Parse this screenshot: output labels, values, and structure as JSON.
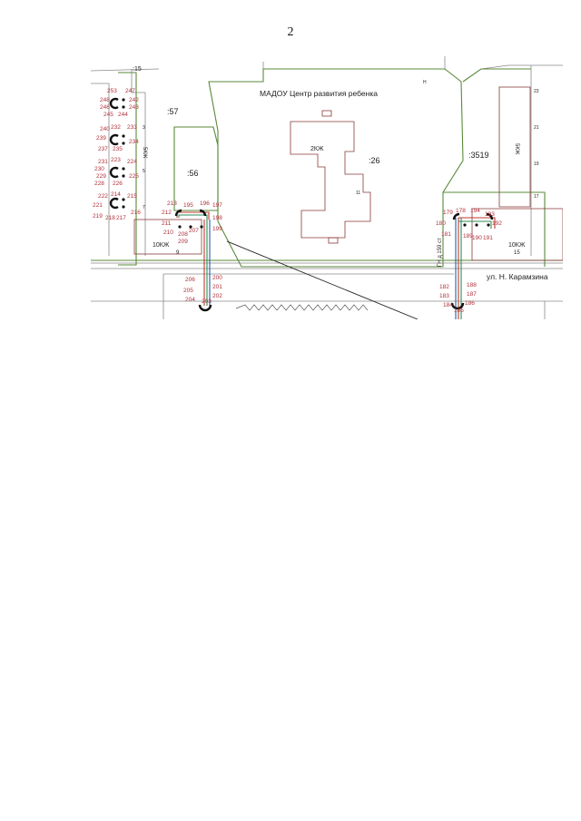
{
  "page": {
    "number": "2"
  },
  "map": {
    "institution_label": "МАДОУ Центр развития ребенка",
    "street_label": "ул. Н. Карамзина",
    "parcels": [
      ":57",
      ":56",
      ":26",
      ":3519",
      ":15"
    ],
    "buildings": [
      {
        "floors": "2КЖ",
        "number": ""
      },
      {
        "floors": "10КЖ",
        "number": "9"
      },
      {
        "floors": "10КЖ",
        "number": "15"
      },
      {
        "floors": "5КЖ",
        "number": ""
      },
      {
        "floors": "5КЖ",
        "number": ""
      }
    ],
    "small_labels": [
      "11",
      "Н",
      "3",
      "5",
      "7",
      "23",
      "21",
      "19",
      "17",
      "ГН д 159 ст"
    ],
    "points": {
      "cluster_a": [
        "253",
        "247",
        "248",
        "242",
        "246",
        "245",
        "244",
        "243"
      ],
      "cluster_b": [
        "240",
        "232",
        "233",
        "239",
        "234",
        "237",
        "235"
      ],
      "cluster_c": [
        "231",
        "223",
        "224",
        "230",
        "229",
        "225",
        "228",
        "226"
      ],
      "cluster_d": [
        "222",
        "214",
        "215",
        "221",
        "219",
        "218",
        "217",
        "216"
      ],
      "cluster_e": [
        "213",
        "195",
        "196",
        "197",
        "212",
        "198",
        "211",
        "199",
        "210",
        "208",
        "207",
        "209"
      ],
      "cluster_f": [
        "206",
        "205",
        "200",
        "201",
        "204",
        "202",
        "203"
      ],
      "cluster_g": [
        "179",
        "178",
        "194",
        "193",
        "180",
        "192",
        "181",
        "189",
        "190",
        "191"
      ],
      "cluster_h": [
        "182",
        "188",
        "183",
        "187",
        "184",
        "186",
        "185"
      ]
    }
  }
}
